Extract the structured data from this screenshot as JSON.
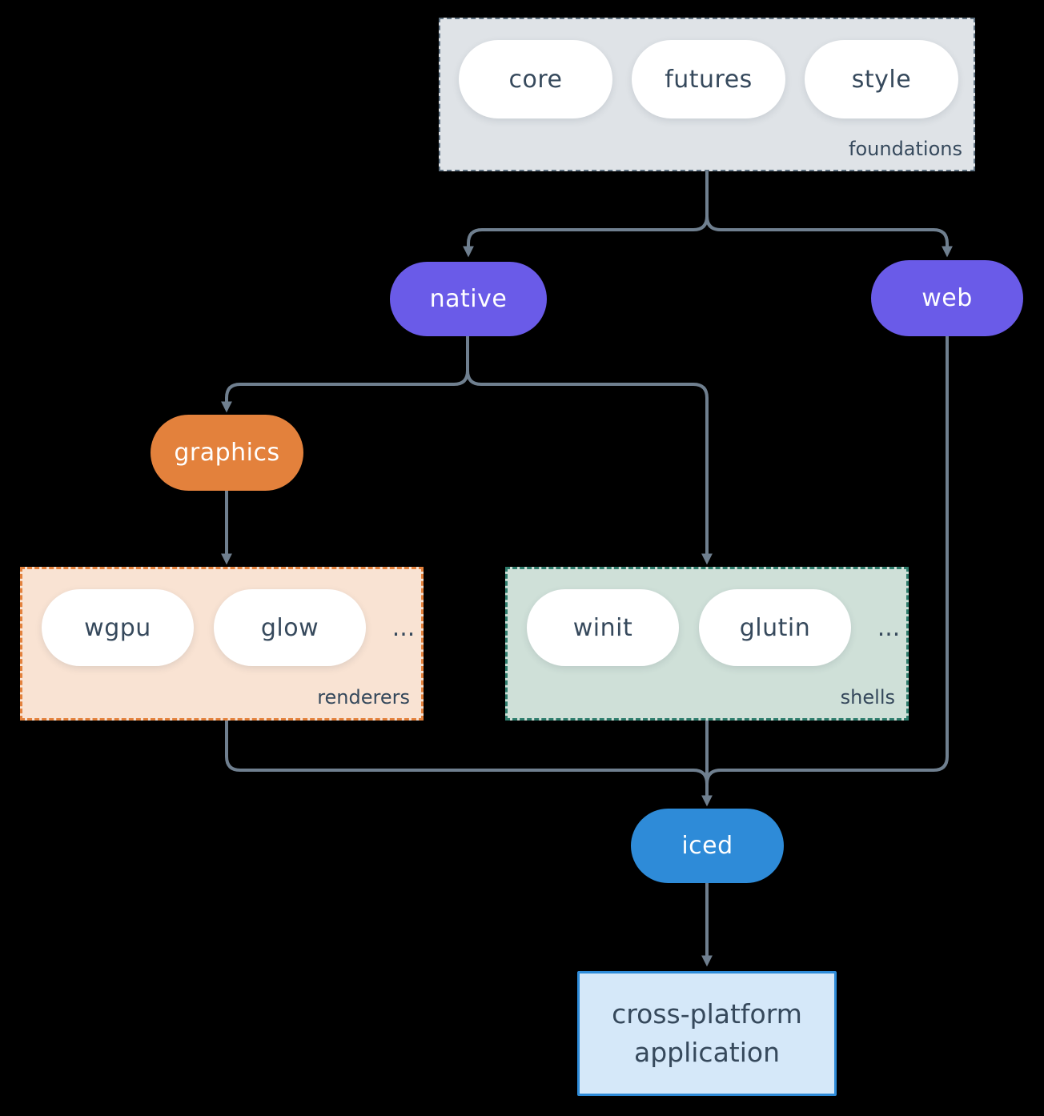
{
  "theme": {
    "canvas_bg": "#000000",
    "arrow": "#6f7f8f",
    "text_dark": "#36495c",
    "white": "#ffffff",
    "purple": "#6a5be8",
    "orange": "#e3813c",
    "blue": "#2e8bd8",
    "foundations_bg": "#dfe3e7",
    "foundations_border": "#5f7181",
    "renderers_bg": "#f9e3d3",
    "renderers_border": "#e3813c",
    "shells_bg": "#cfe0d8",
    "shells_border": "#2f7d6d",
    "app_bg": "#d5e8f9",
    "app_border": "#2e8bd8"
  },
  "diagram": {
    "foundations": {
      "label": "foundations",
      "pills": [
        "core",
        "futures",
        "style"
      ]
    },
    "native": {
      "label": "native"
    },
    "web": {
      "label": "web"
    },
    "graphics": {
      "label": "graphics"
    },
    "renderers": {
      "label": "renderers",
      "pills": [
        "wgpu",
        "glow"
      ],
      "more": "..."
    },
    "shells": {
      "label": "shells",
      "pills": [
        "winit",
        "glutin"
      ],
      "more": "..."
    },
    "iced": {
      "label": "iced"
    },
    "app": {
      "label": "cross-platform application"
    }
  }
}
